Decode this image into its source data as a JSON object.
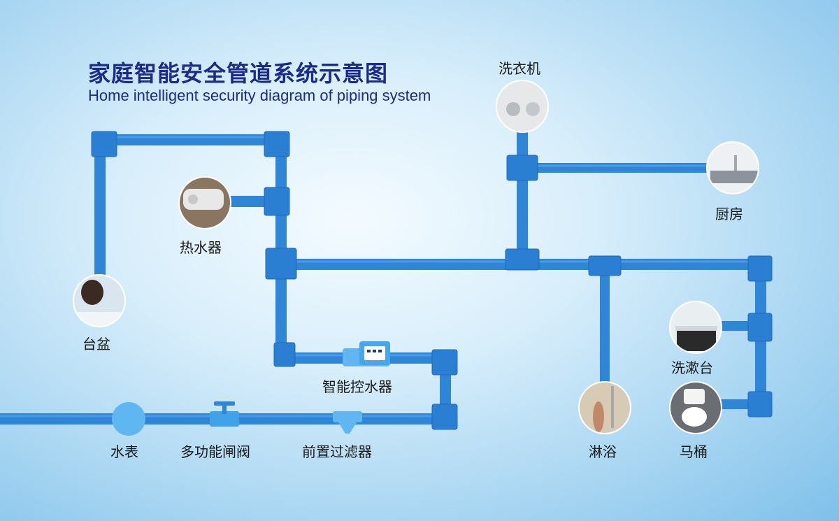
{
  "title": {
    "cn": "家庭智能安全管道系统示意图",
    "en": "Home intelligent security diagram of piping system"
  },
  "nodes": {
    "water_meter": "水表",
    "multi_valve": "多功能闸阀",
    "pre_filter": "前置过滤器",
    "smart_controller": "智能控水器",
    "water_heater": "热水器",
    "basin": "台盆",
    "washing_machine": "洗衣机",
    "kitchen": "厨房",
    "wash_stand": "洗漱台",
    "toilet": "马桶",
    "shower": "淋浴"
  },
  "colors": {
    "pipe": "#2f86d6",
    "title": "#1c2a8a",
    "background": "#a9d6f2"
  },
  "icons": [
    "water-meter-icon",
    "gate-valve-icon",
    "filter-icon",
    "smart-controller-icon"
  ]
}
